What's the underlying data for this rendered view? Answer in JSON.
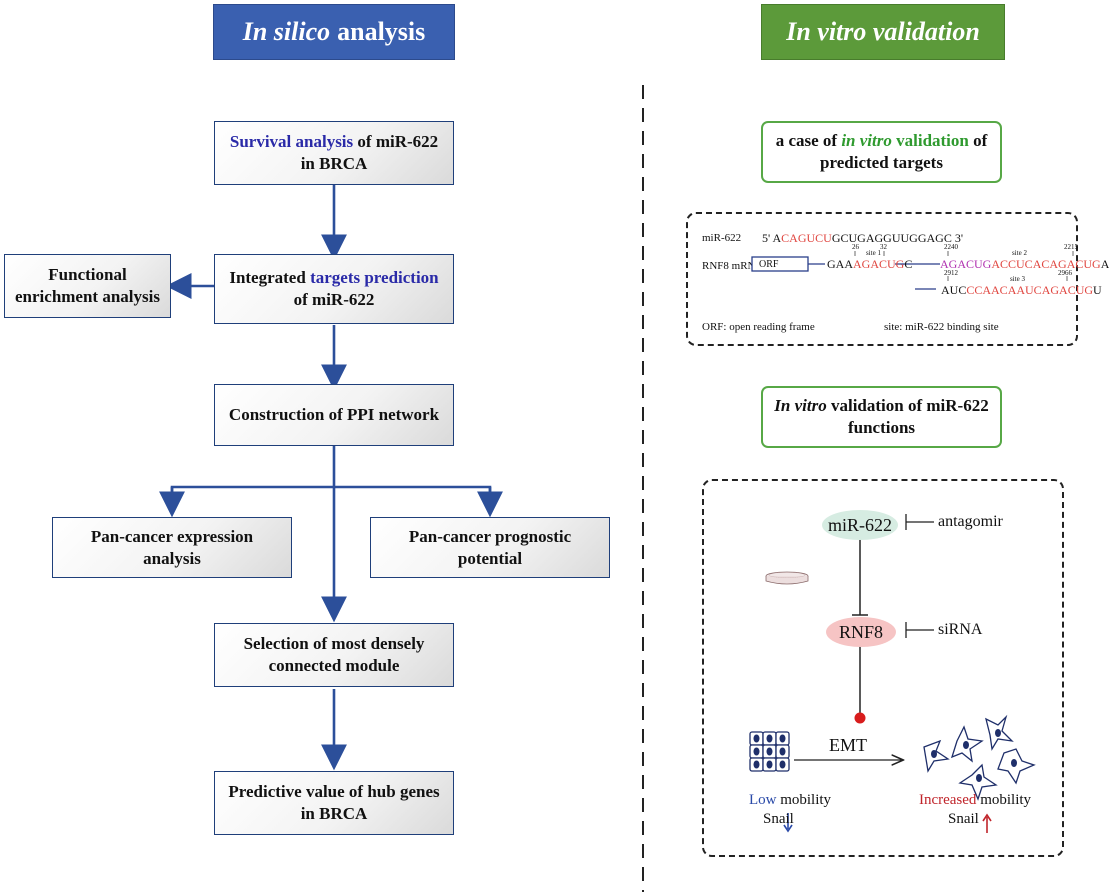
{
  "left_banner": {
    "italic": "In silico",
    "rest": "analysis"
  },
  "right_banner": {
    "italic": "In vitro validation"
  },
  "flow": {
    "survival": {
      "highlight": "Survival analysis",
      "rest1": " of miR-622",
      "line2": "in BRCA"
    },
    "targets": {
      "pre": "Integrated ",
      "highlight": "targets prediction",
      "line2": "of miR-622"
    },
    "enrichment": {
      "line1": "Functional",
      "line2": "enrichment analysis"
    },
    "ppi": "Construction of PPI network",
    "pan_expr": {
      "line1": "Pan-cancer expression",
      "line2": "analysis"
    },
    "pan_prog": {
      "line1": "Pan-cancer prognostic",
      "line2": "potential"
    },
    "module": {
      "line1": "Selection of most densely",
      "line2": "connected module"
    },
    "hub": {
      "line1": "Predictive value of hub genes",
      "line2": "in BRCA"
    }
  },
  "case_box": {
    "pre": "a case of ",
    "italic": "in vitro",
    "mid": " validation",
    "post": " of",
    "line2": "predicted targets"
  },
  "sequence": {
    "mir_label": "miR-622",
    "mir_seq_pre": "5' A",
    "mir_seq_red": "CAGUCU",
    "mir_seq_post": "GCUGAGGUUGGAGC  3'",
    "rnf8_label": "RNF8 mRNA",
    "orf": "ORF",
    "site1_pre": "GAA",
    "site1_red": "AGACUG",
    "site1_post": "C",
    "site1_label": "site 1",
    "site1_start": "26",
    "site1_end": "32",
    "site2_purple": "AGACUG",
    "site2_red": "ACCUCACAGACUG",
    "site2_post": "A",
    "site2_label": "site 2",
    "site2_start": "2240",
    "site2_end": "2215",
    "site3_pre": "AUC",
    "site3_red": "CCAACAAUCAGACUG",
    "site3_post": "U",
    "site3_label": "site 3",
    "site3_start": "2912",
    "site3_end": "2966",
    "legend_orf": "ORF: open reading frame",
    "legend_site": "site: miR-622 binding site"
  },
  "functions_box": {
    "italic": "In vitro",
    "rest": " validation of miR-622",
    "line2": "functions"
  },
  "mechanism": {
    "mir": "miR-622",
    "antagomir": "antagomir",
    "rnf8": "RNF8",
    "sirna": "siRNA",
    "emt": "EMT",
    "low": "Low",
    "mobility": " mobility",
    "increased": "Increased",
    "snail": "Snail"
  },
  "colors": {
    "blue_banner": "#3a60b0",
    "green_banner": "#5c9a3a",
    "flow_line": "#2c4f9a",
    "highlight_blue": "#2a2aa8",
    "green_text": "#2f9a2f",
    "seq_red": "#e0453f",
    "mir_oval": "#d6ece2",
    "rnf8_oval": "#f6c4c4"
  }
}
